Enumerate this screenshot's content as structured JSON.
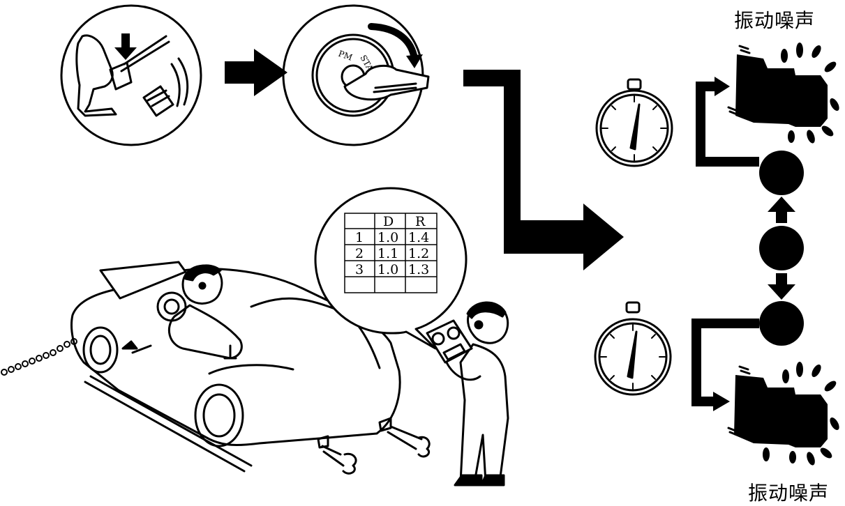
{
  "labels": {
    "vibration_noise_top": "振动噪声",
    "vibration_noise_bottom": "振动噪声"
  },
  "table": {
    "headers": [
      "",
      "D",
      "R"
    ],
    "rows": [
      [
        "1",
        "1.0",
        "1.4"
      ],
      [
        "2",
        "1.1",
        "1.2"
      ],
      [
        "3",
        "1.0",
        "1.3"
      ],
      [
        "",
        "",
        ""
      ]
    ]
  },
  "colors": {
    "ink": "#000000",
    "paper": "#ffffff"
  },
  "icons": [
    "brake-pedal-icon",
    "ignition-key-icon",
    "stopwatch-icon",
    "transmission-icon",
    "car-icon",
    "technician-icon"
  ]
}
